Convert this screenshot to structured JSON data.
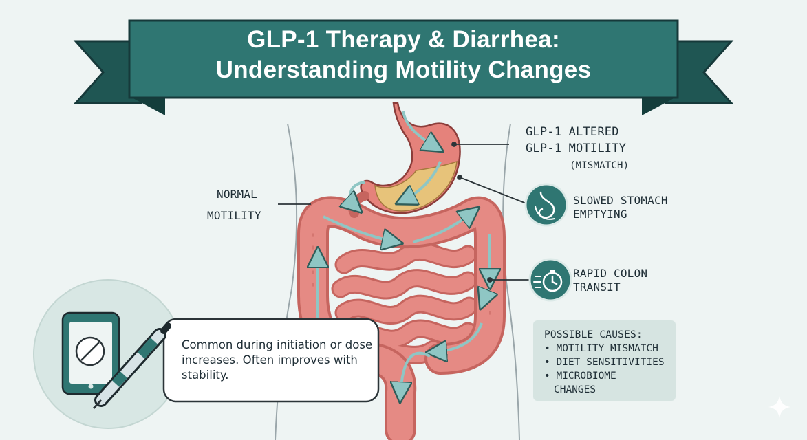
{
  "title": {
    "line1": "GLP-1 Therapy & Diarrhea:",
    "line2": "Understanding Motility Changes"
  },
  "labels": {
    "altered_line1": "GLP-1 ALTERED",
    "altered_line2": "GLP-1 MOTILITY",
    "altered_line3": "(MISMATCH)",
    "normal_line1": "NORMAL",
    "normal_line2": "MOTILITY",
    "slowed_line1": "SLOWED STOMACH",
    "slowed_line2": "EMPTYING",
    "rapid_line1": "RAPID COLON",
    "rapid_line2": "TRANSIT"
  },
  "info": {
    "text": "Common during initiation or dose increases. Often improves with stability."
  },
  "causes": {
    "title": "POSSIBLE CAUSES:",
    "items": [
      "MOTILITY MISMATCH",
      "DIET SENSITIVITIES",
      "MICROBIOME",
      "CHANGES"
    ]
  },
  "colors": {
    "banner": "#2f7672",
    "banner_dark": "#1f5653",
    "intestine": "#e58a84",
    "intestine_dark": "#c6655f",
    "stomach_content": "#e7c37a",
    "arrow": "#8fc6c4",
    "badge": "#2f7672",
    "text": "#1f2e36"
  },
  "icons": [
    "stomach-icon",
    "stopwatch-icon",
    "tablet-icon",
    "pill-icon",
    "injection-pen-icon",
    "sparkle-icon"
  ]
}
